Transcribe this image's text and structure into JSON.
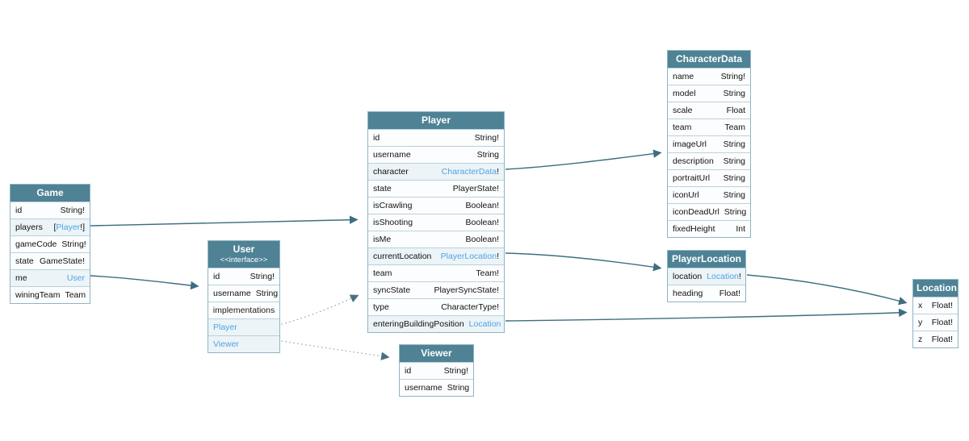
{
  "colors": {
    "header_bg": "#4e8294",
    "type_link": "#4fa3e3",
    "arrow": "#3d6e80",
    "dotted_arrow": "#9cb6be",
    "row_border": "#b9d2dc",
    "link_row_bg": "#ecf4f8"
  },
  "tables": {
    "game": {
      "title": "Game",
      "fields": [
        {
          "name": "id",
          "pre": "String!"
        },
        {
          "name": "players",
          "pre": "[",
          "link": "Player",
          "post": "!]"
        },
        {
          "name": "gameCode",
          "pre": "String!"
        },
        {
          "name": "state",
          "pre": "GameState!"
        },
        {
          "name": "me",
          "link": "User"
        },
        {
          "name": "winingTeam",
          "pre": "Team"
        }
      ]
    },
    "user": {
      "title": "User",
      "subtitle": "<<interface>>",
      "fields": [
        {
          "name": "id",
          "pre": "String!"
        },
        {
          "name": "username",
          "pre": "String"
        }
      ],
      "section_label": "implementations",
      "implementations": [
        {
          "name": "Player"
        },
        {
          "name": "Viewer"
        }
      ]
    },
    "player": {
      "title": "Player",
      "fields": [
        {
          "name": "id",
          "pre": "String!"
        },
        {
          "name": "username",
          "pre": "String"
        },
        {
          "name": "character",
          "link": "CharacterData",
          "post": "!"
        },
        {
          "name": "state",
          "pre": "PlayerState!"
        },
        {
          "name": "isCrawling",
          "pre": "Boolean!"
        },
        {
          "name": "isShooting",
          "pre": "Boolean!"
        },
        {
          "name": "isMe",
          "pre": "Boolean!"
        },
        {
          "name": "currentLocation",
          "link": "PlayerLocation",
          "post": "!"
        },
        {
          "name": "team",
          "pre": "Team!"
        },
        {
          "name": "syncState",
          "pre": "PlayerSyncState!"
        },
        {
          "name": "type",
          "pre": "CharacterType!"
        },
        {
          "name": "enteringBuildingPosition",
          "link": "Location"
        }
      ]
    },
    "viewer": {
      "title": "Viewer",
      "fields": [
        {
          "name": "id",
          "pre": "String!"
        },
        {
          "name": "username",
          "pre": "String"
        }
      ]
    },
    "characterdata": {
      "title": "CharacterData",
      "fields": [
        {
          "name": "name",
          "pre": "String!"
        },
        {
          "name": "model",
          "pre": "String"
        },
        {
          "name": "scale",
          "pre": "Float"
        },
        {
          "name": "team",
          "pre": "Team"
        },
        {
          "name": "imageUrl",
          "pre": "String"
        },
        {
          "name": "description",
          "pre": "String"
        },
        {
          "name": "portraitUrl",
          "pre": "String"
        },
        {
          "name": "iconUrl",
          "pre": "String"
        },
        {
          "name": "iconDeadUrl",
          "pre": "String"
        },
        {
          "name": "fixedHeight",
          "pre": "Int"
        }
      ]
    },
    "playerlocation": {
      "title": "PlayerLocation",
      "fields": [
        {
          "name": "location",
          "link": "Location",
          "post": "!"
        },
        {
          "name": "heading",
          "pre": "Float!"
        }
      ]
    },
    "location": {
      "title": "Location",
      "fields": [
        {
          "name": "x",
          "pre": "Float!"
        },
        {
          "name": "y",
          "pre": "Float!"
        },
        {
          "name": "z",
          "pre": "Float!"
        }
      ]
    }
  },
  "edges": [
    {
      "id": "game-players-to-player",
      "from": "Game.players",
      "to": "Player",
      "style": "solid"
    },
    {
      "id": "game-me-to-user",
      "from": "Game.me",
      "to": "User",
      "style": "solid"
    },
    {
      "id": "user-impl-player",
      "from": "User.Player",
      "to": "Player",
      "style": "dotted"
    },
    {
      "id": "user-impl-viewer",
      "from": "User.Viewer",
      "to": "Viewer",
      "style": "dotted"
    },
    {
      "id": "player-character-to-characterdata",
      "from": "Player.character",
      "to": "CharacterData",
      "style": "solid"
    },
    {
      "id": "player-currentlocation-to-playerlocation",
      "from": "Player.currentLocation",
      "to": "PlayerLocation",
      "style": "solid"
    },
    {
      "id": "playerlocation-location-to-location",
      "from": "PlayerLocation.location",
      "to": "Location",
      "style": "solid"
    },
    {
      "id": "player-enteringbuildingposition-to-location",
      "from": "Player.enteringBuildingPosition",
      "to": "Location",
      "style": "solid"
    }
  ]
}
